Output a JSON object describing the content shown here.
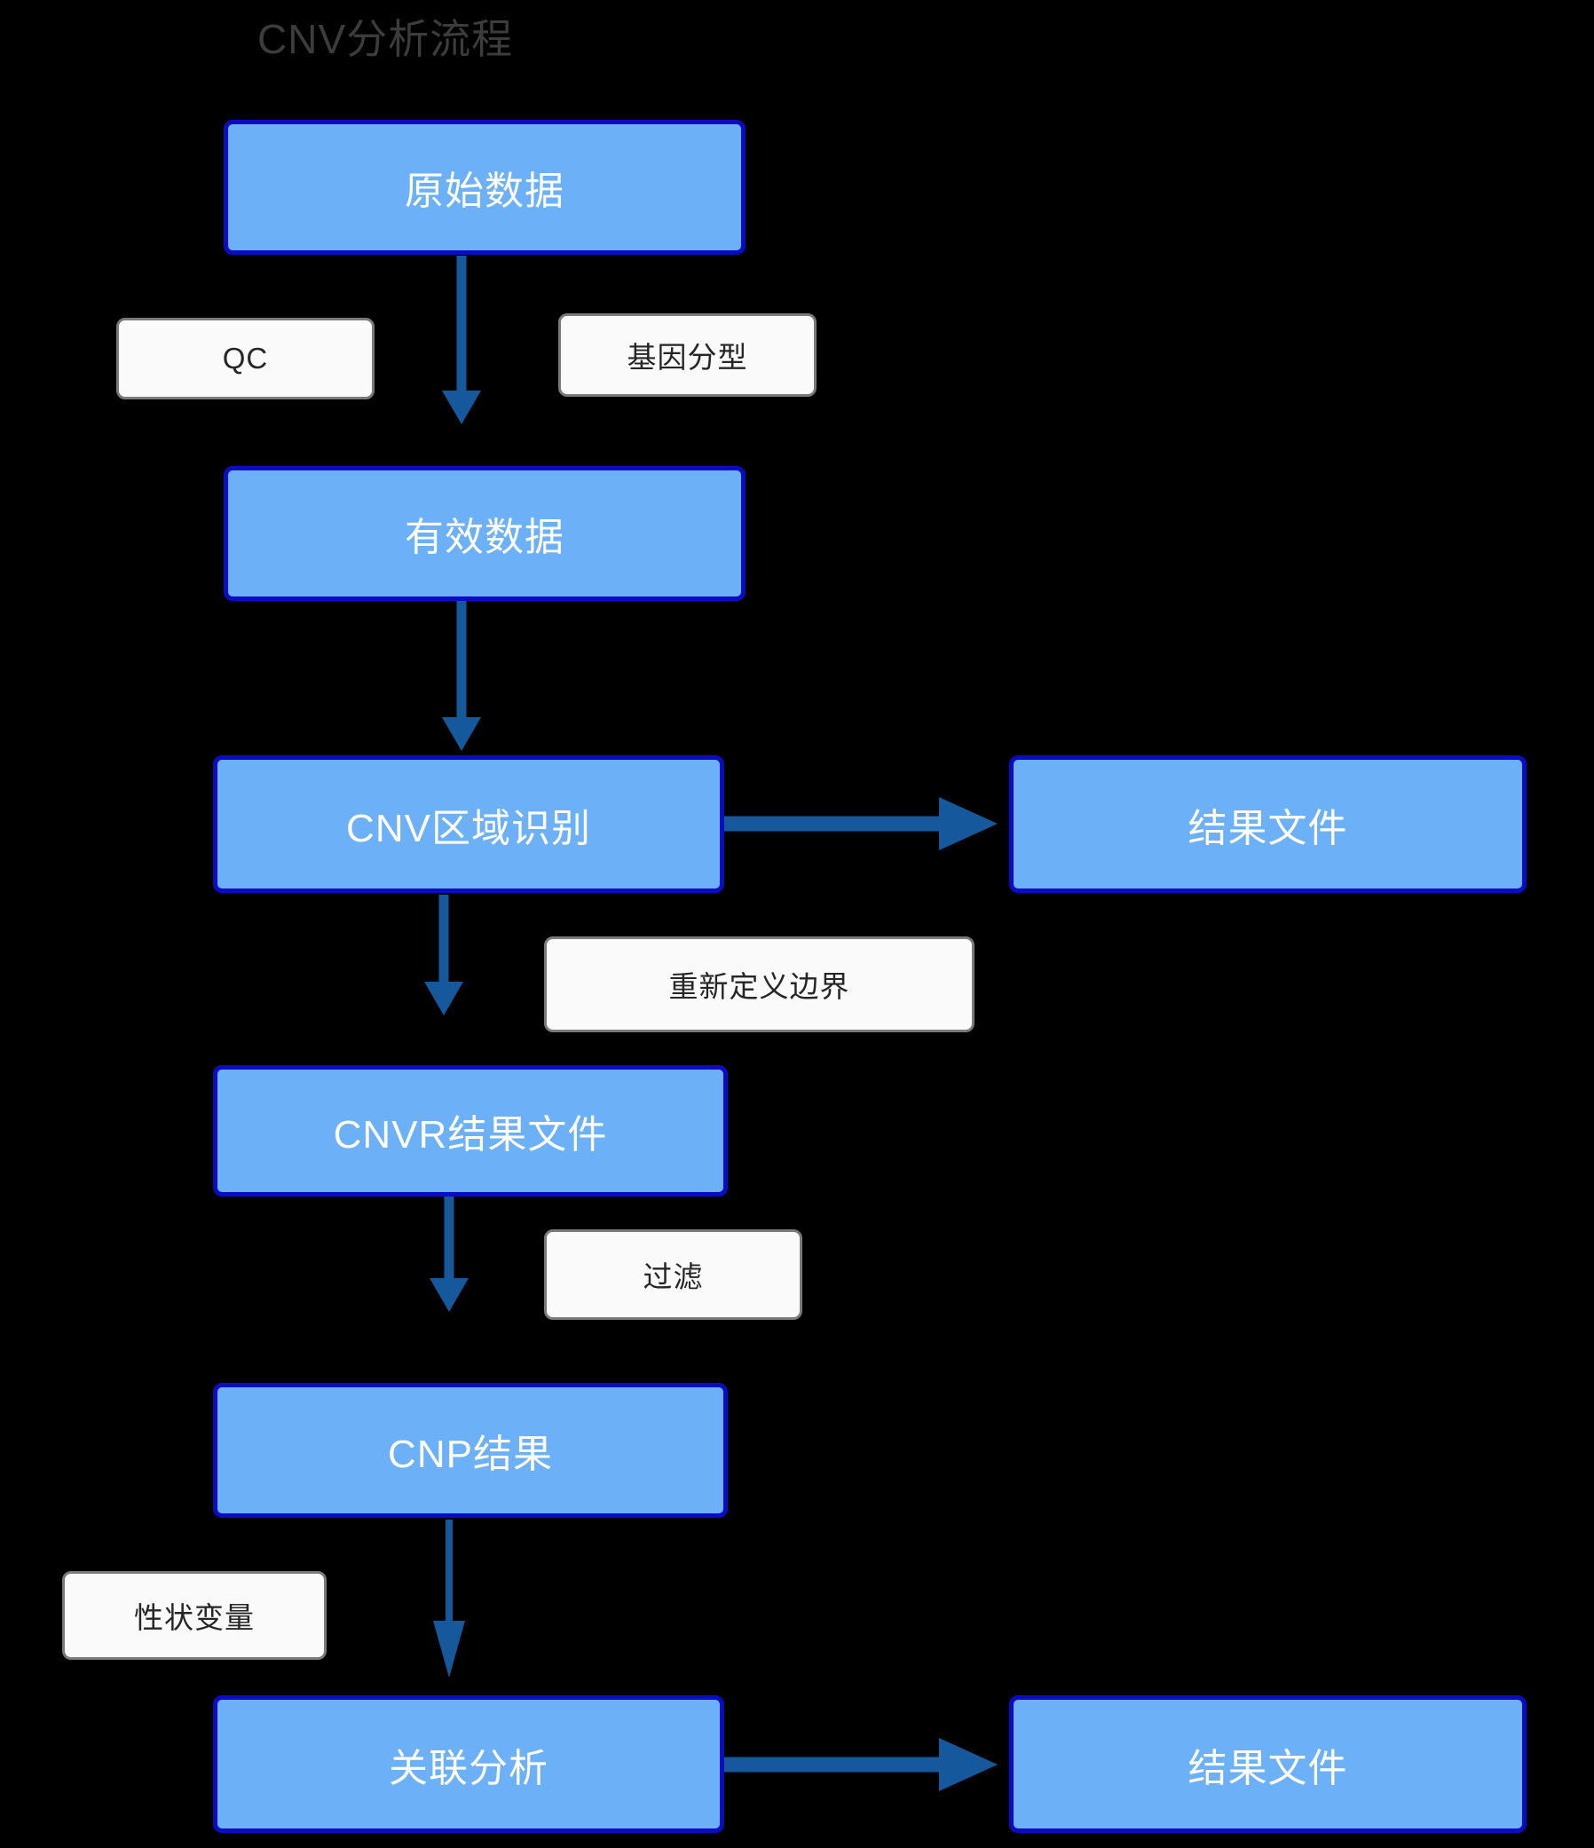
{
  "title": "CNV分析流程",
  "colors": {
    "background": "#000000",
    "node_fill": "#6CB0F8",
    "node_border": "#0B0BC4",
    "node_text": "#FFFFFF",
    "edge_line": "#15599C",
    "label_fill": "#FAFAFA",
    "label_border": "#7A7A7A",
    "label_text": "#262626",
    "title_text": "#3C3C3C"
  },
  "nodes": [
    {
      "id": "raw-data",
      "label": "原始数据"
    },
    {
      "id": "valid-data",
      "label": "有效数据"
    },
    {
      "id": "cnv-region",
      "label": "CNV区域识别"
    },
    {
      "id": "result-file-1",
      "label": "结果文件"
    },
    {
      "id": "cnvr-result",
      "label": "CNVR结果文件"
    },
    {
      "id": "cnp-result",
      "label": "CNP结果"
    },
    {
      "id": "assoc-analysis",
      "label": "关联分析"
    },
    {
      "id": "result-file-2",
      "label": "结果文件"
    }
  ],
  "edge_labels": [
    {
      "id": "qc",
      "label": "QC"
    },
    {
      "id": "genotyping",
      "label": "基因分型"
    },
    {
      "id": "redefine",
      "label": "重新定义边界"
    },
    {
      "id": "filter",
      "label": "过滤"
    },
    {
      "id": "trait-variable",
      "label": "性状变量"
    }
  ],
  "edges": [
    {
      "from": "raw-data",
      "to": "valid-data",
      "direction": "down"
    },
    {
      "from": "valid-data",
      "to": "cnv-region",
      "direction": "down"
    },
    {
      "from": "cnv-region",
      "to": "result-file-1",
      "direction": "right"
    },
    {
      "from": "cnv-region",
      "to": "cnvr-result",
      "direction": "down"
    },
    {
      "from": "cnvr-result",
      "to": "cnp-result",
      "direction": "down"
    },
    {
      "from": "cnp-result",
      "to": "assoc-analysis",
      "direction": "down"
    },
    {
      "from": "assoc-analysis",
      "to": "result-file-2",
      "direction": "right"
    }
  ]
}
